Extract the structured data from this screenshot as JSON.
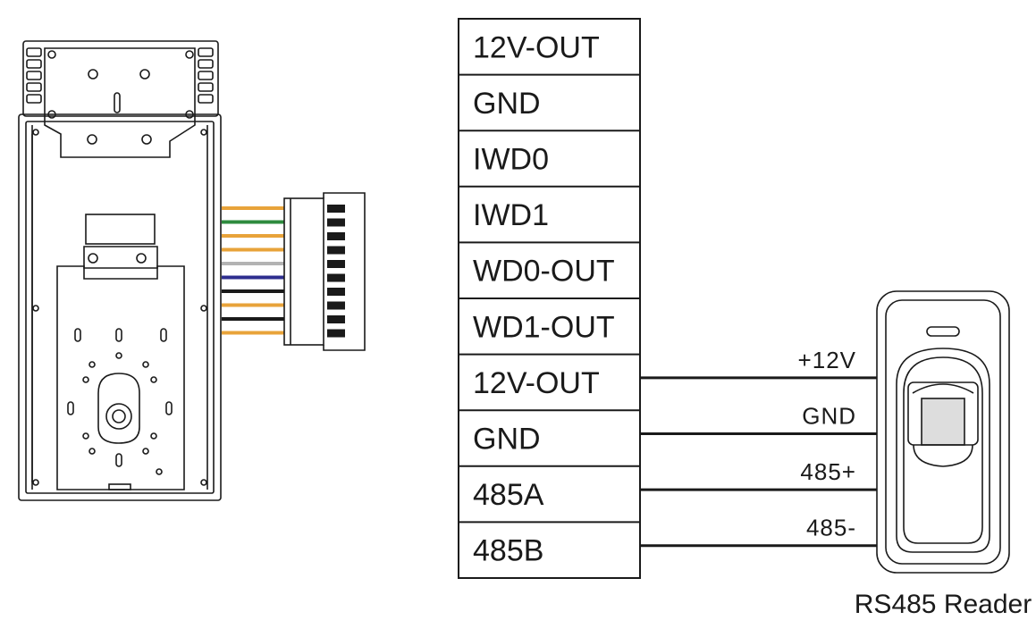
{
  "terminal_block": {
    "labels": [
      "12V-OUT",
      "GND",
      "IWD0",
      "IWD1",
      "WD0-OUT",
      "WD1-OUT",
      "12V-OUT",
      "GND",
      "485A",
      "485B"
    ]
  },
  "wires": [
    {
      "label": "+12V",
      "from": "12V-OUT"
    },
    {
      "label": "GND",
      "from": "GND"
    },
    {
      "label": "485+",
      "from": "485A"
    },
    {
      "label": "485-",
      "from": "485B"
    }
  ],
  "reader": {
    "caption": "RS485 Reader"
  },
  "cable_colors": [
    "#e8a33a",
    "#2e8b3e",
    "#e8a33a",
    "#e8a33a",
    "#b3b3b3",
    "#2e2e8f",
    "#1a1a1a",
    "#e8a33a",
    "#1a1a1a",
    "#e8a33a"
  ]
}
